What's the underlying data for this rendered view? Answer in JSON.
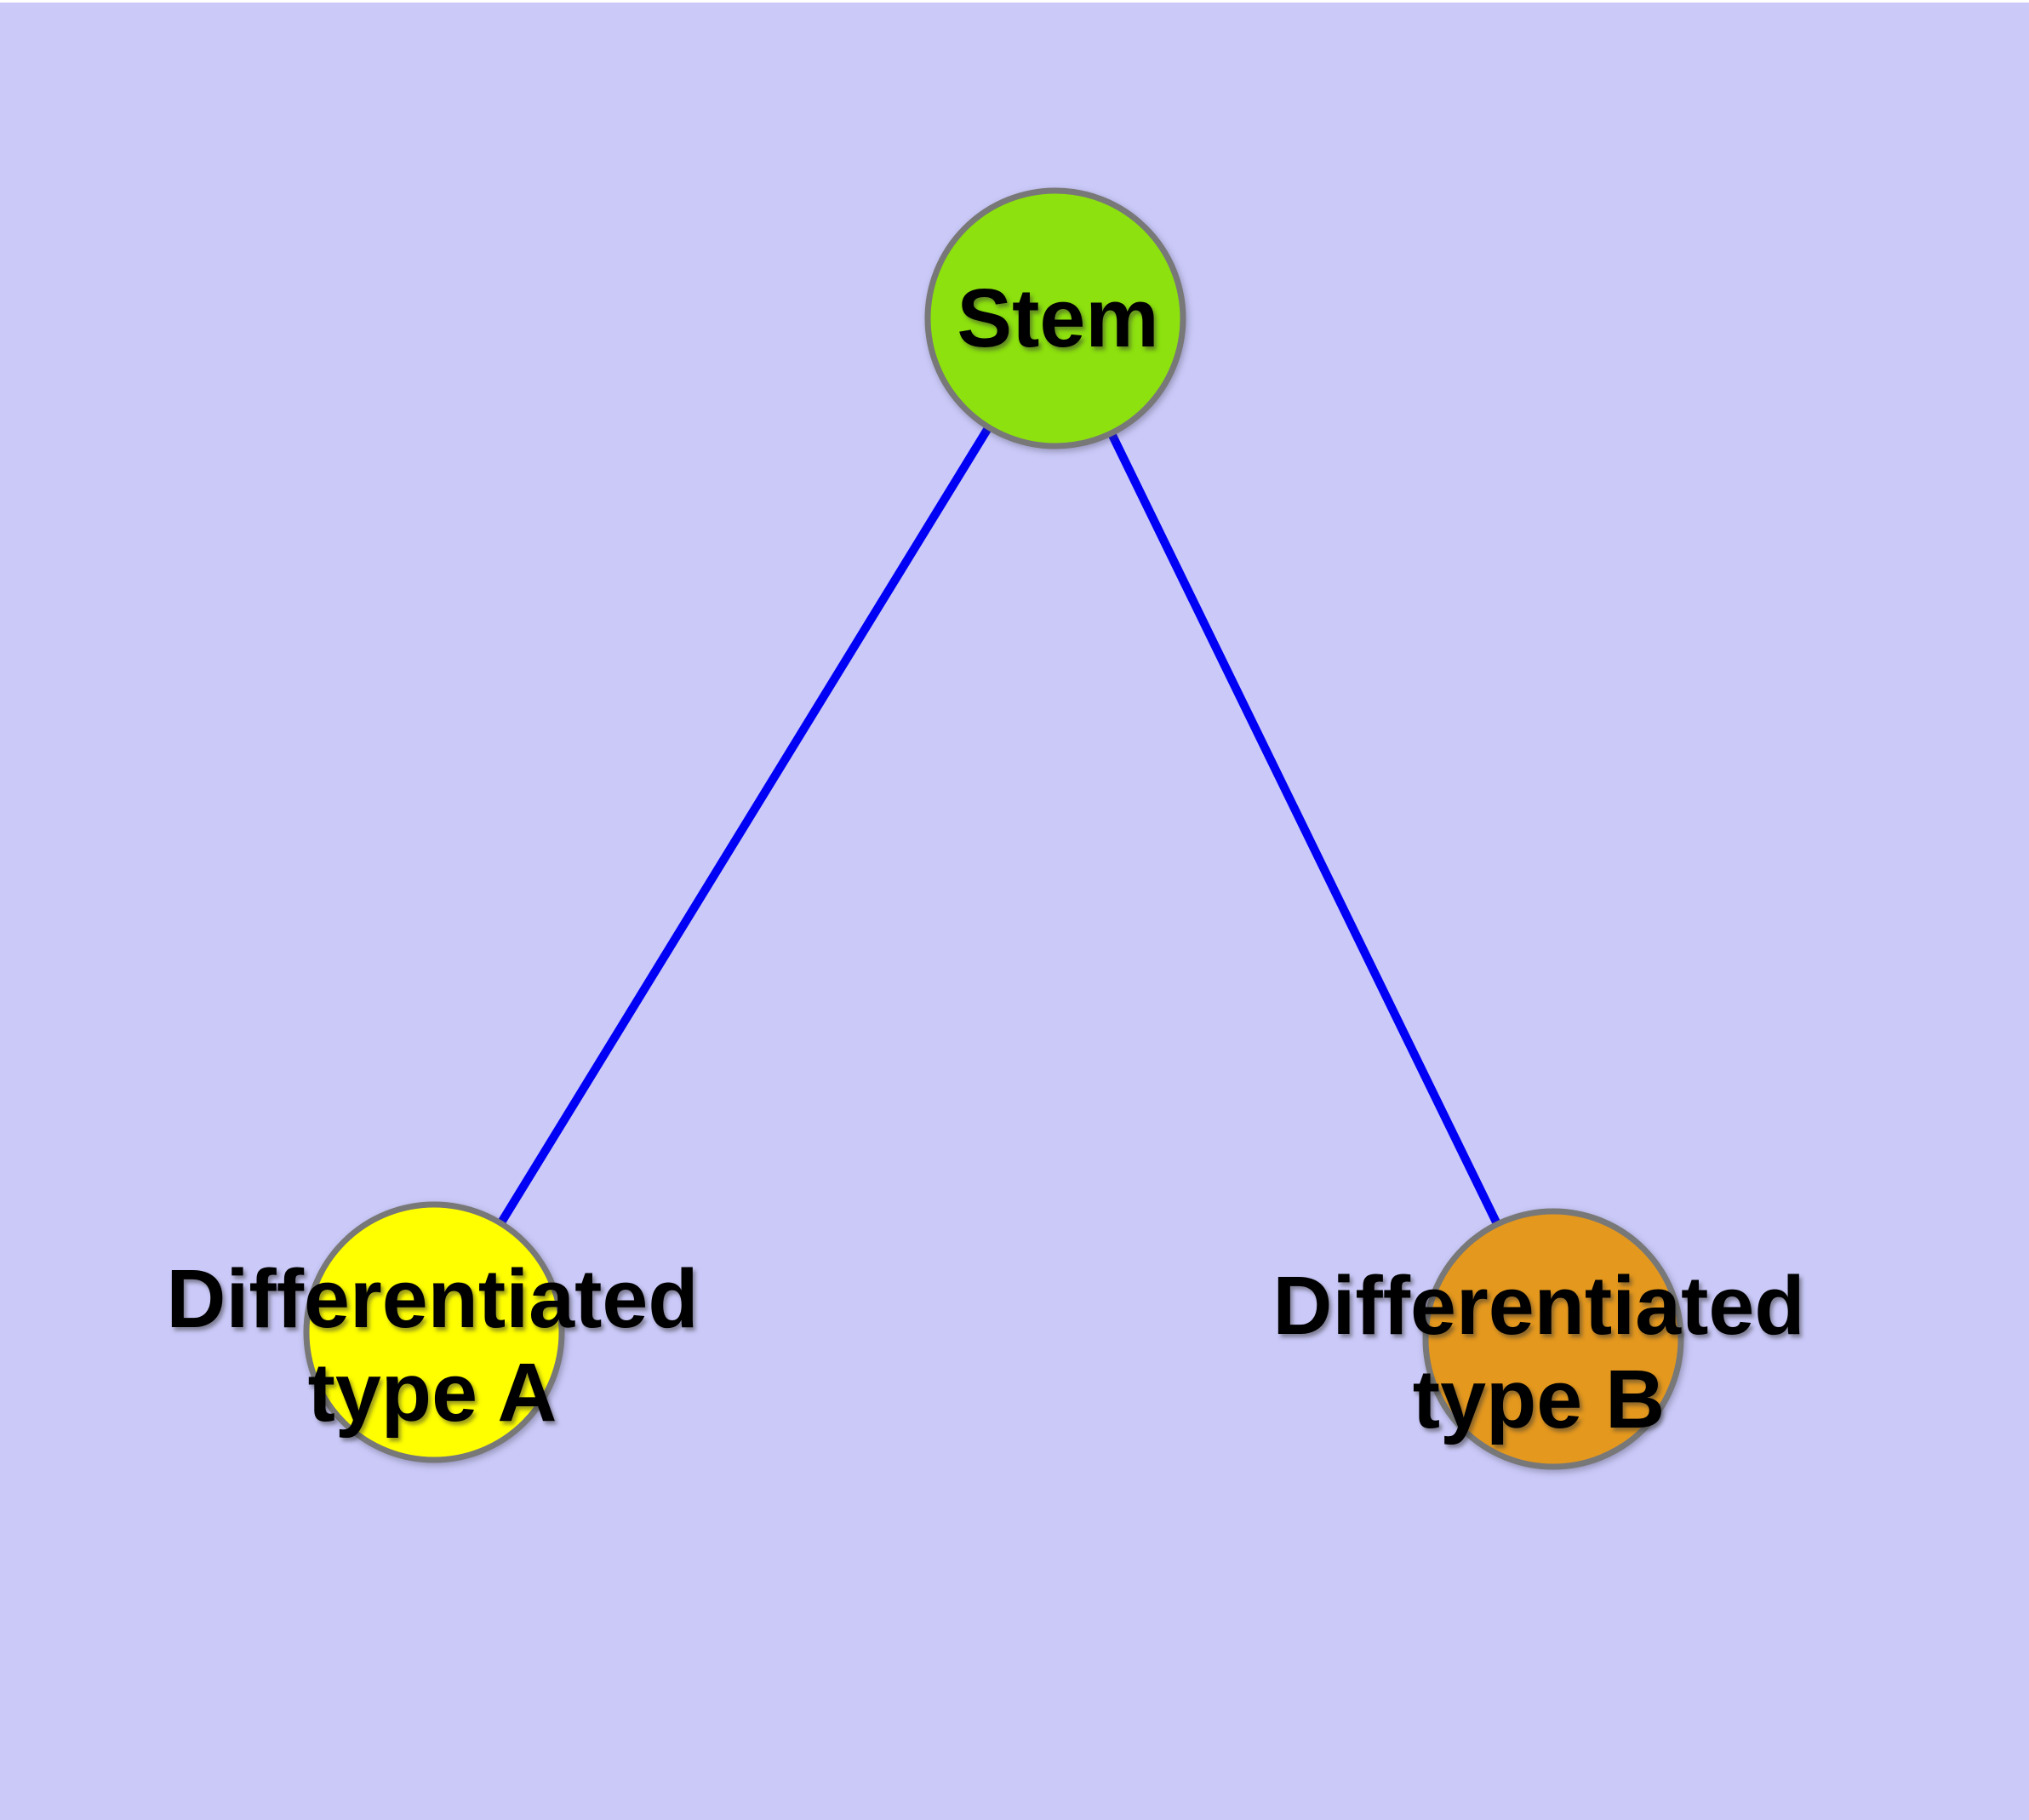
{
  "canvas": {
    "background_color": "#cac9f8"
  },
  "graph": {
    "nodes": [
      {
        "id": "stem",
        "label": "Stem",
        "fill": "#8ce10e",
        "border": "#787878"
      },
      {
        "id": "type-a",
        "label": "Differentiated\ntype A",
        "fill": "#ffff00",
        "border": "#787878"
      },
      {
        "id": "type-b",
        "label": "Differentiated\ntype B",
        "fill": "#e4981e",
        "border": "#787878"
      }
    ],
    "edges": [
      {
        "from": "stem",
        "to": "type-a",
        "color": "#0000f5"
      },
      {
        "from": "stem",
        "to": "type-b",
        "color": "#0000f5"
      }
    ]
  }
}
